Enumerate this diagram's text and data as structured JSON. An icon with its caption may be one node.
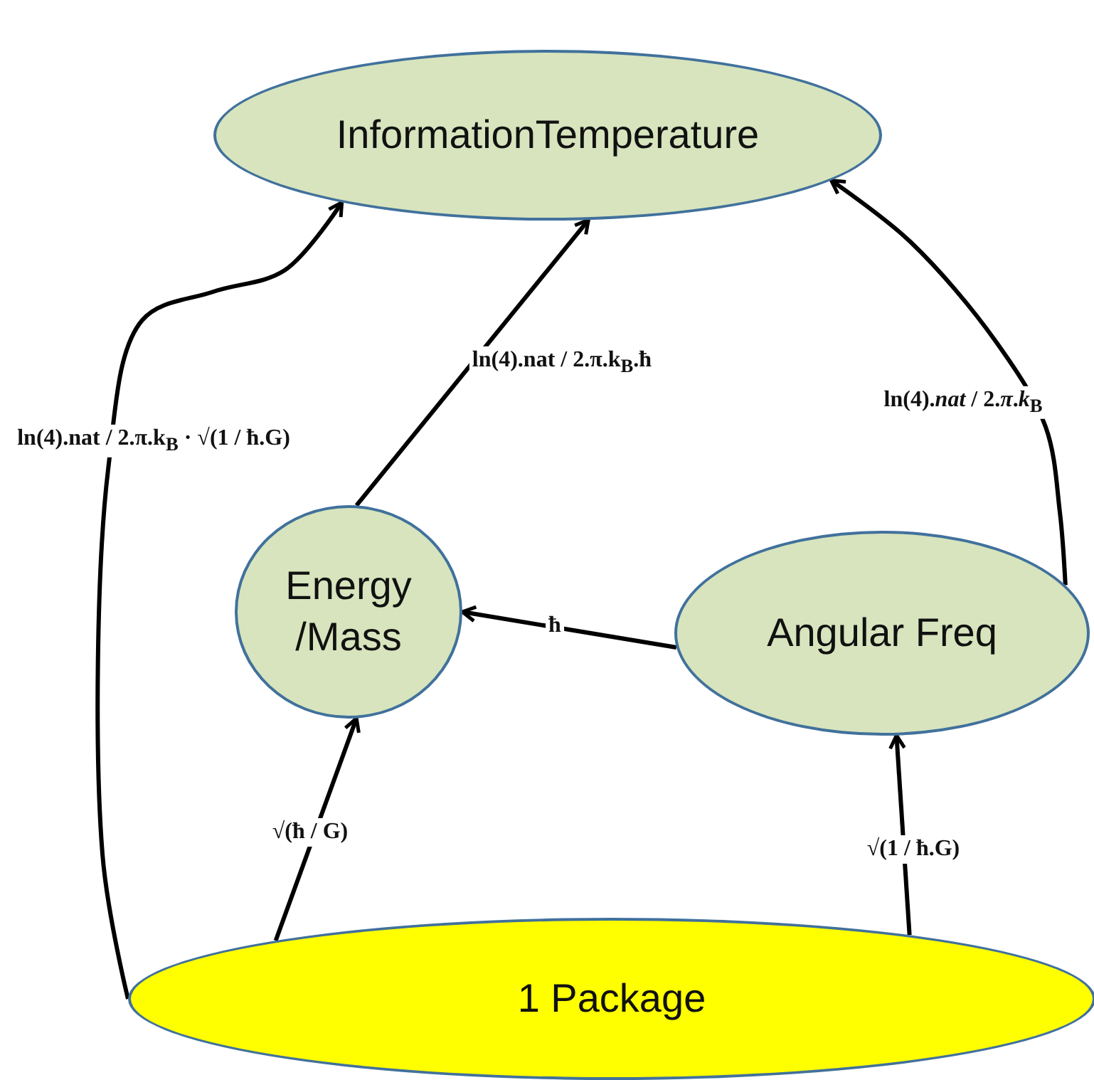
{
  "diagram": {
    "nodes": [
      {
        "text": [
          "InformationTemperature"
        ]
      },
      {
        "text": [
          "Energy /Mass"
        ]
      },
      {
        "text": [
          "Angular Freq"
        ]
      },
      {
        "text": [
          "1 Package"
        ]
      }
    ],
    "edges": [
      {
        "from": 3,
        "to": 0,
        "arrow": "to",
        "label": "ln(4).nat / 2.π.k$_{B}$ · √(1 / ħ.G)"
      },
      {
        "from": 1,
        "to": 0,
        "arrow": "to",
        "label": "ln(4).nat / 2.π.k$_{B}$.ħ"
      },
      {
        "from": 2,
        "to": 0,
        "arrow": "to",
        "label": "ln(4).*nat* / 2.*π*.*k*$_{B}$"
      },
      {
        "from": 2,
        "to": 1,
        "arrow": "to",
        "label": "ħ"
      },
      {
        "from": 3,
        "to": 1,
        "arrow": "to",
        "label": "√(ħ / G)"
      },
      {
        "from": 3,
        "to": 2,
        "arrow": "to",
        "label": "√(1 / ħ.G)"
      }
    ]
  }
}
